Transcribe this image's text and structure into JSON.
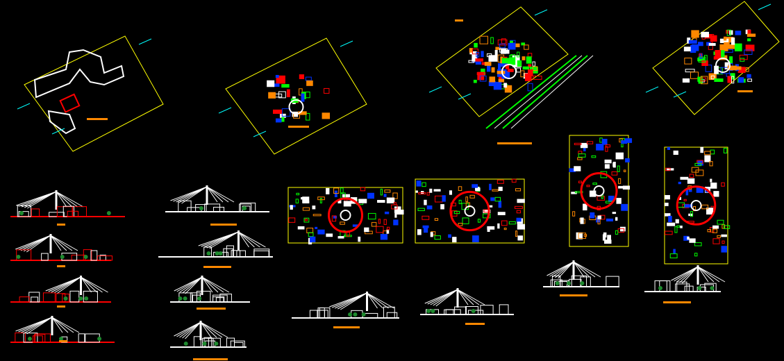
{
  "viewport": {
    "background": "#000000"
  },
  "colors": {
    "border": "#ffff00",
    "building": "#ffffff",
    "wall": "#ff0000",
    "landscape": "#00ff00",
    "circulation": "#0033ff",
    "label": "#ff8800",
    "section_mark": "#00ffff",
    "tree": "#1e8a2e"
  },
  "drawings": {
    "site_plans": 4,
    "floor_plans": 4,
    "elevations": 12
  }
}
